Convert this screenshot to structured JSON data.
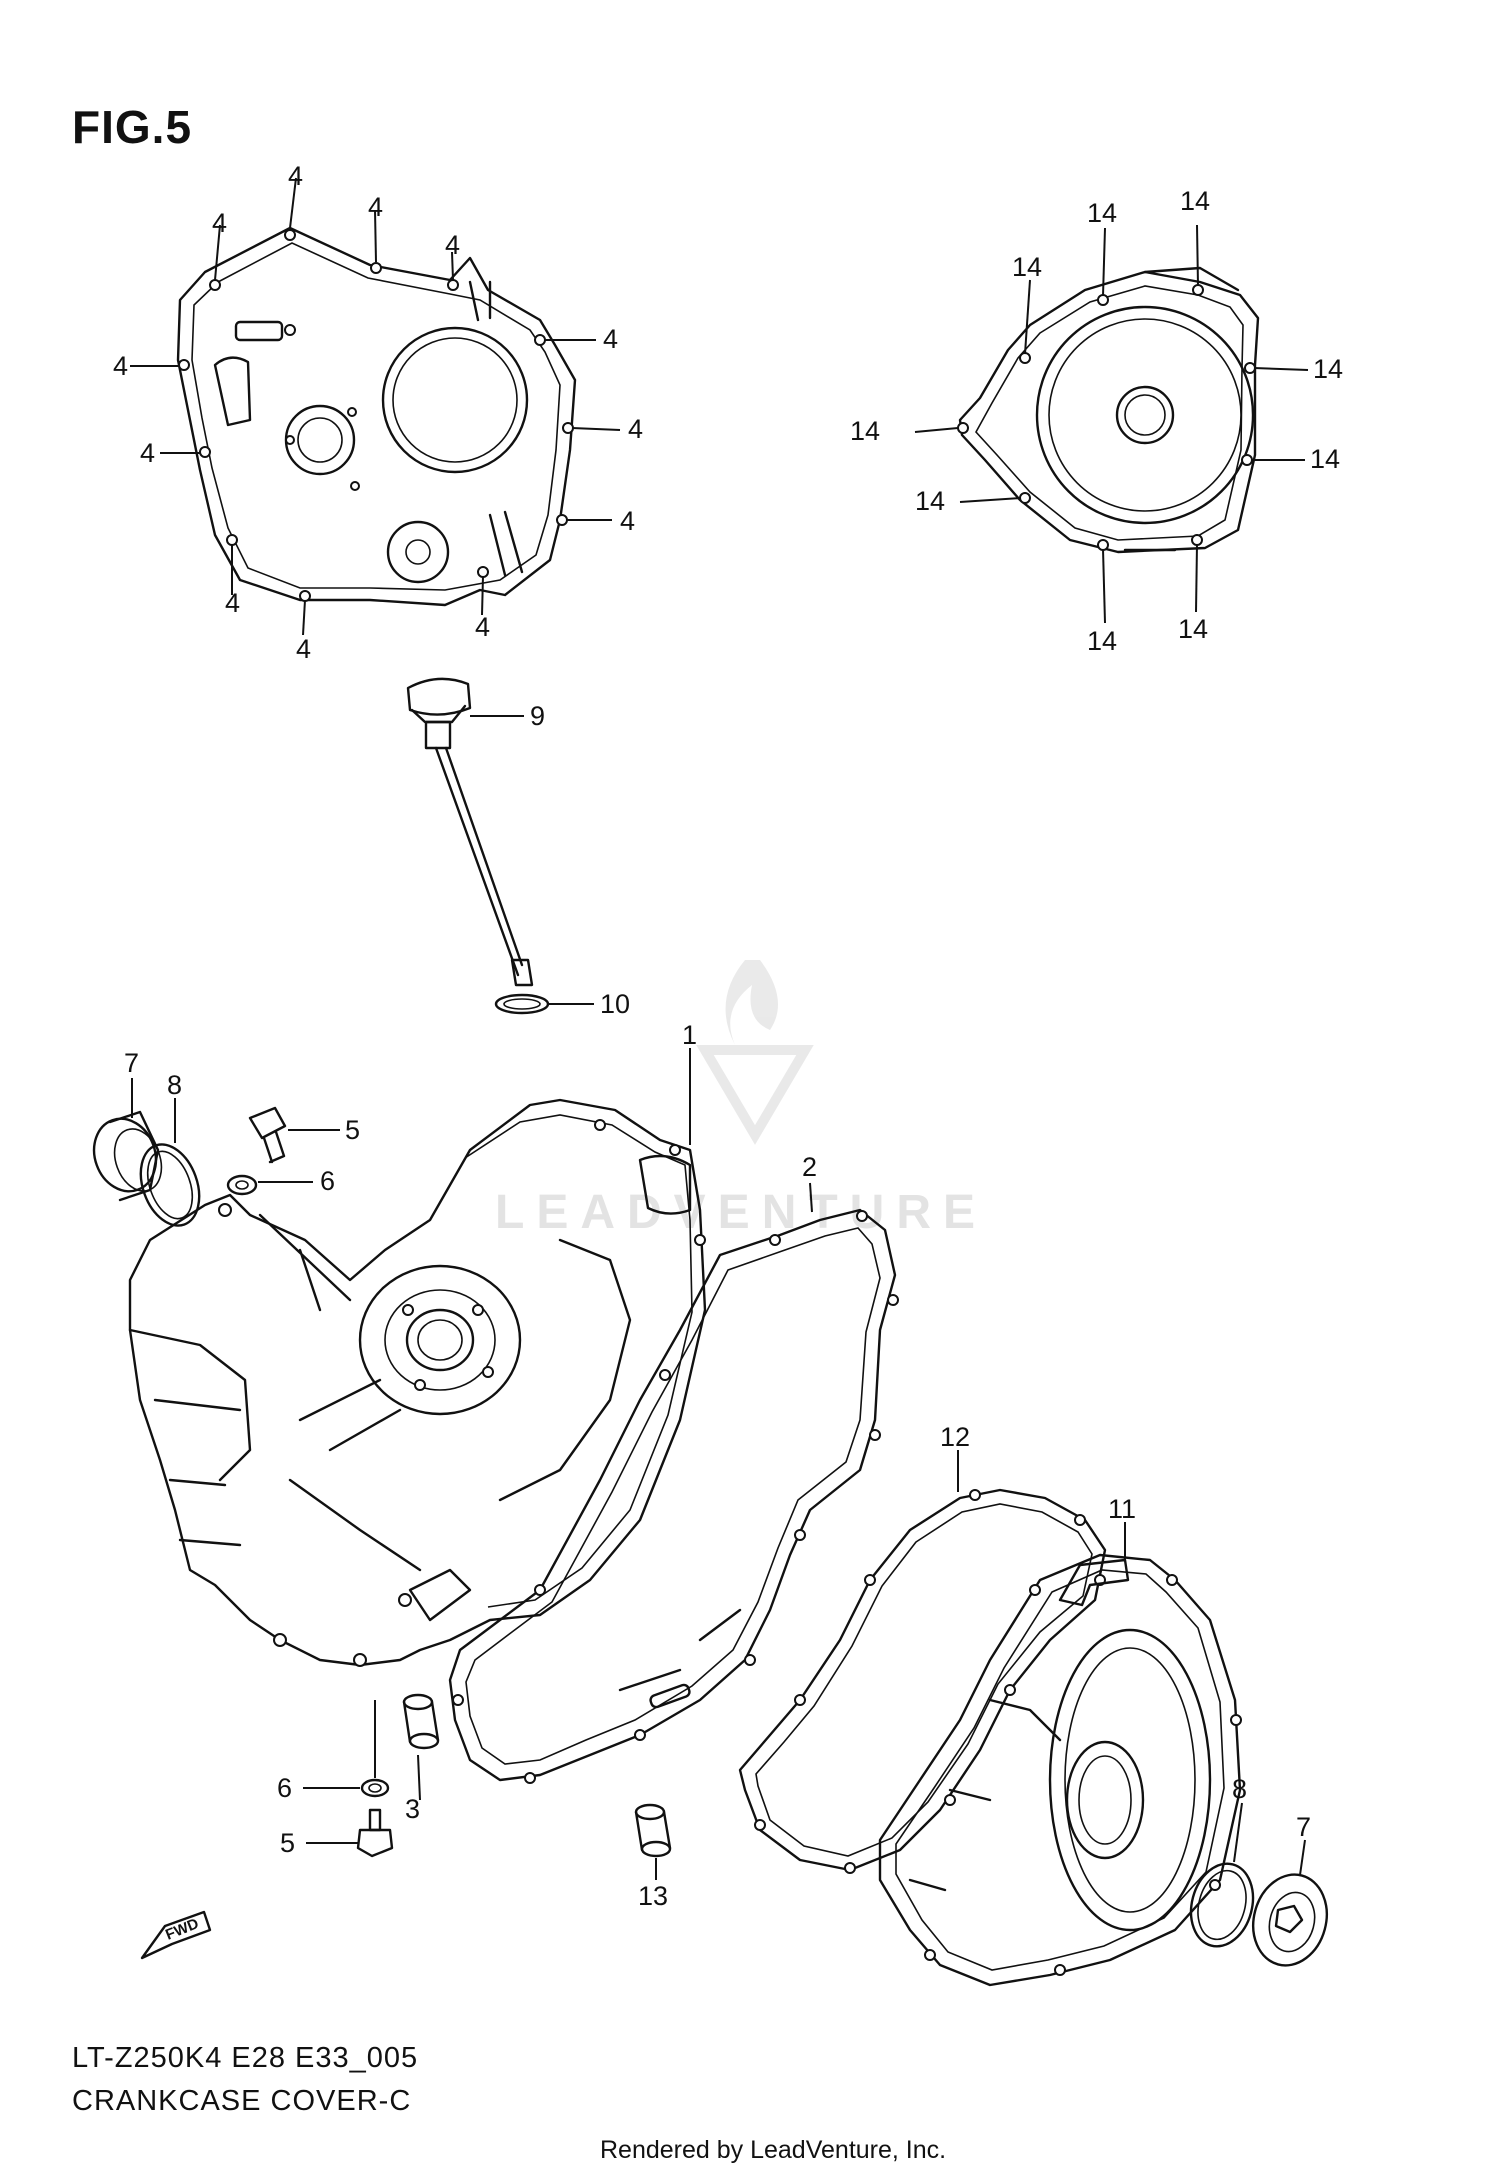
{
  "figure": {
    "title": "FIG.5",
    "code": "LT-Z250K4 E28 E33_005",
    "caption": "CRANKCASE COVER-C",
    "credit": "Rendered by LeadVenture, Inc.",
    "watermark_text": "LEADVENTURE"
  },
  "callouts": {
    "c1": "1",
    "c2": "2",
    "c3": "3",
    "c5a": "5",
    "c5b": "5",
    "c6a": "6",
    "c6b": "6",
    "c7a": "7",
    "c7b": "7",
    "c8a": "8",
    "c8b": "8",
    "c9": "9",
    "c10": "10",
    "c11": "11",
    "c12": "12",
    "c13": "13",
    "c4": "4",
    "c14": "14"
  },
  "fwd_label": "FWD",
  "colors": {
    "line": "#111111",
    "background": "#ffffff",
    "watermark": "#e3e3e3"
  }
}
